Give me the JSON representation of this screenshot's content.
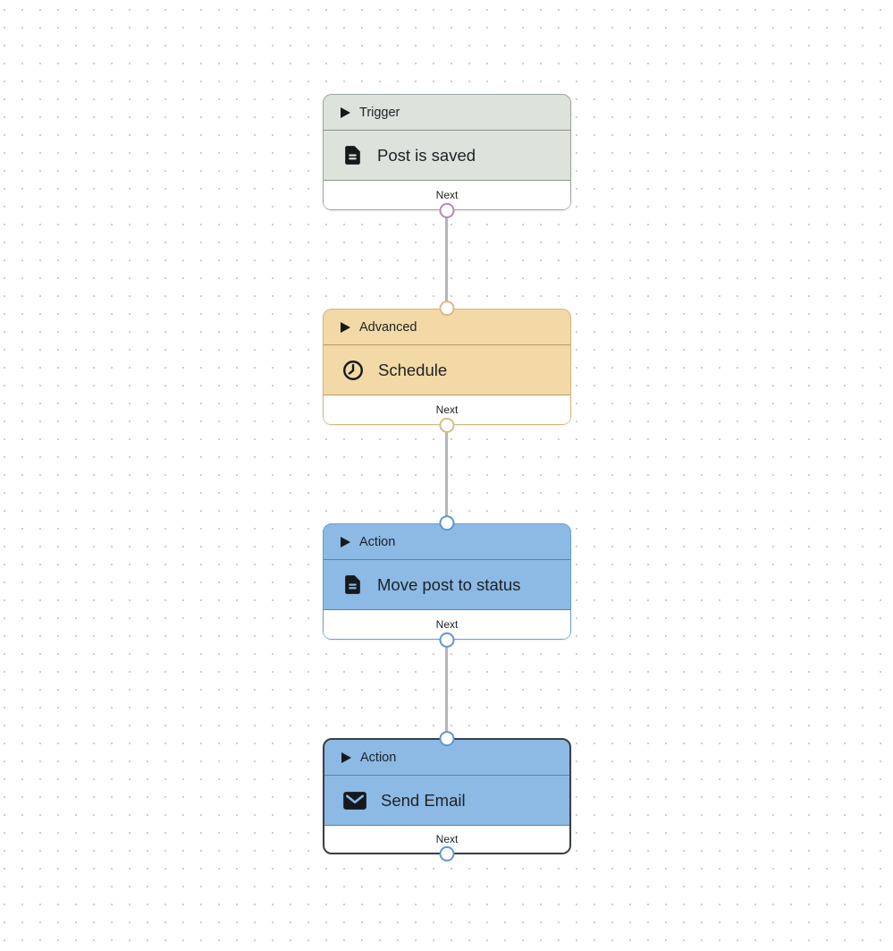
{
  "canvas": {
    "background_color": "#ffffff",
    "dot_color": "#cdced2",
    "connector_color": "#b3b3ba",
    "selected_border_color": "#383f47"
  },
  "nodes": [
    {
      "category": "Trigger",
      "title": "Post is saved",
      "footer_label": "Next",
      "header_icon": "disclosure-triangle-icon",
      "body_icon": "document-icon",
      "selected": false,
      "colors": {
        "fill": "#dde3dc",
        "border": "#9ba59b",
        "divider": "#8a938a",
        "port": "#b48cb4"
      }
    },
    {
      "category": "Advanced",
      "title": "Schedule",
      "footer_label": "Next",
      "header_icon": "disclosure-triangle-icon",
      "body_icon": "clock-icon",
      "selected": false,
      "colors": {
        "fill": "#f2d9a5",
        "border": "#d3b77b",
        "divider": "#b29a68",
        "port": "#d8bc85"
      }
    },
    {
      "category": "Action",
      "title": "Move post to status",
      "footer_label": "Next",
      "header_icon": "disclosure-triangle-icon",
      "body_icon": "document-icon",
      "selected": false,
      "colors": {
        "fill": "#8cbae4",
        "border": "#6b9ed2",
        "divider": "#5c81a6",
        "port": "#5f97d0"
      }
    },
    {
      "category": "Action",
      "title": "Send Email",
      "footer_label": "Next",
      "header_icon": "disclosure-triangle-icon",
      "body_icon": "envelope-icon",
      "selected": true,
      "colors": {
        "fill": "#8cbae4",
        "border": "#383f47",
        "divider": "#5c81a6",
        "port": "#5f97d0"
      }
    }
  ]
}
